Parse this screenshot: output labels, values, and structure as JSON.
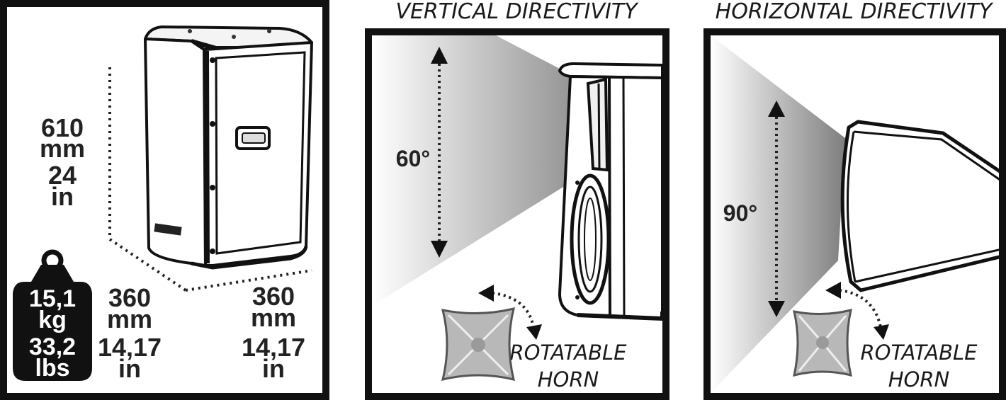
{
  "dimensions": {
    "height_mm": "610",
    "height_mm_unit": "mm",
    "height_in": "24",
    "height_in_unit": "in",
    "depth_mm": "360",
    "depth_mm_unit": "mm",
    "depth_in": "14,17",
    "depth_in_unit": "in",
    "width_mm": "360",
    "width_mm_unit": "mm",
    "width_in": "14,17",
    "width_in_unit": "in"
  },
  "weight": {
    "kg_value": "15,1",
    "kg_unit": "kg",
    "lbs_value": "33,2",
    "lbs_unit": "lbs"
  },
  "vertical": {
    "title": "VERTICAL DIRECTIVITY",
    "angle": "60°",
    "horn_line1": "ROTATABLE",
    "horn_line2": "HORN"
  },
  "horizontal": {
    "title": "HORIZONTAL DIRECTIVITY",
    "angle": "90°",
    "horn_line1": "ROTATABLE",
    "horn_line2": "HORN"
  },
  "colors": {
    "frame": "#111111",
    "cone_dark": "#8a8a8a",
    "cone_light": "#ffffff",
    "weight_fill": "#111111"
  }
}
